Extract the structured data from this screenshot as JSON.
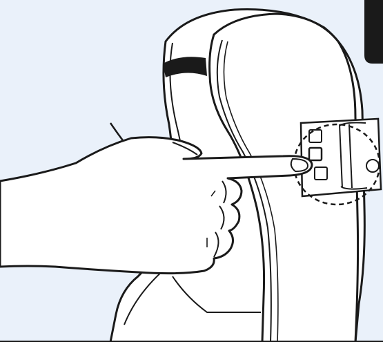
{
  "illustration": {
    "background_color": "#eaf1fa",
    "line_color": "#1a1a1a",
    "fill_color": "#ffffff",
    "icons": {
      "device": "handheld-device-body",
      "hand": "pointing-hand",
      "panel": "button-panel",
      "callout": "dashed-highlight-circle",
      "badge": "step-badge"
    }
  }
}
